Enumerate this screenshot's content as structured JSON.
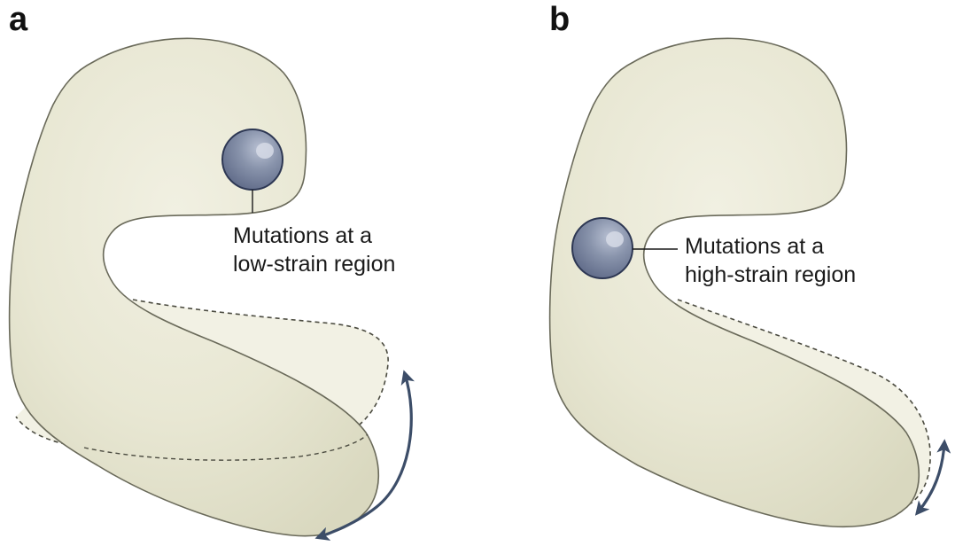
{
  "panels": [
    {
      "label": "a",
      "callout_lines": [
        "Mutations at a",
        "low-strain region"
      ]
    },
    {
      "label": "b",
      "callout_lines": [
        "Mutations at a",
        "high-strain region"
      ]
    }
  ],
  "colors": {
    "protein_fill": "#e6e5d0",
    "protein_highlight": "#f1f0e2",
    "outline": "#6a6a5a",
    "sphere": "#8893ab",
    "sphere_dark": "#5e6987",
    "sphere_edge": "#2d3753",
    "arrow": "#3c4d68"
  }
}
